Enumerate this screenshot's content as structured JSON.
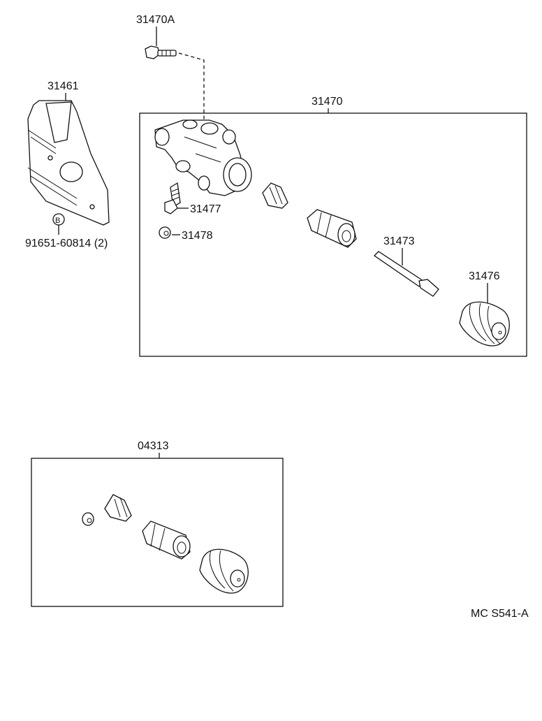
{
  "labels": {
    "bolt": "31470A",
    "bracket": "31461",
    "assembly": "31470",
    "bleeder": "31477",
    "cap": "31478",
    "bolt_b": "91651-60814 (2)",
    "pushrod": "31473",
    "boot": "31476",
    "kit": "04313",
    "ref": "MC S541-A",
    "callout_b": "B"
  }
}
